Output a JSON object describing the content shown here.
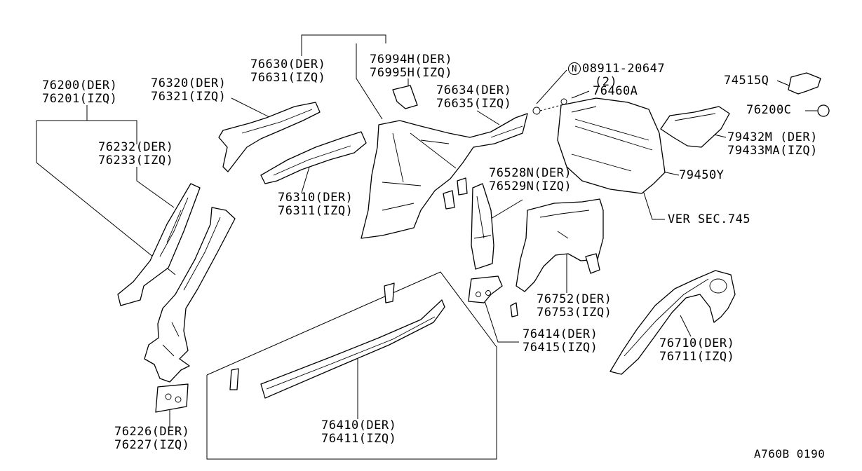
{
  "callouts": {
    "c76200": {
      "line1": "76200(DER)",
      "line2": "76201(IZQ)"
    },
    "c76320": {
      "line1": "76320(DER)",
      "line2": "76321(IZQ)"
    },
    "c76630": {
      "line1": "76630(DER)",
      "line2": "76631(IZQ)"
    },
    "c76994": {
      "line1": "76994H(DER)",
      "line2": "76995H(IZQ)"
    },
    "c76634": {
      "line1": "76634(DER)",
      "line2": "76635(IZQ)"
    },
    "c08911": {
      "symbol": "N",
      "line1": "08911-20647",
      "line2": "(2)"
    },
    "c76460": {
      "line1": "76460A"
    },
    "c74515": {
      "line1": "74515Q"
    },
    "c76200c": {
      "line1": "76200C"
    },
    "c79432": {
      "line1": "79432M (DER)",
      "line2": "79433MA(IZQ)"
    },
    "c79450": {
      "line1": "79450Y"
    },
    "cversec": {
      "line1": "VER SEC.745"
    },
    "c76232": {
      "line1": "76232(DER)",
      "line2": "76233(IZQ)"
    },
    "c76310": {
      "line1": "76310(DER)",
      "line2": "76311(IZQ)"
    },
    "c76528": {
      "line1": "76528N(DER)",
      "line2": "76529N(IZQ)"
    },
    "c76752": {
      "line1": "76752(DER)",
      "line2": "76753(IZQ)"
    },
    "c76414": {
      "line1": "76414(DER)",
      "line2": "76415(IZQ)"
    },
    "c76710": {
      "line1": "76710(DER)",
      "line2": "76711(IZQ)"
    },
    "c76226": {
      "line1": "76226(DER)",
      "line2": "76227(IZQ)"
    },
    "c76410": {
      "line1": "76410(DER)",
      "line2": "76411(IZQ)"
    }
  },
  "drawing_code": "A760B 0190"
}
